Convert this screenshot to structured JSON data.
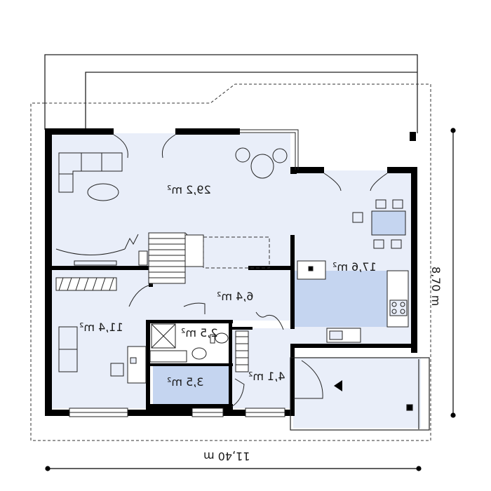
{
  "rooms": {
    "living": "29,2 m²",
    "kitchen": "17,6 m²",
    "hall": "6,4 m²",
    "bedroom": "11,4 m²",
    "wc": "2,5 m²",
    "bathroom": "3,5 m²",
    "entry": "4,1 m²"
  },
  "dimensions": {
    "width": "11,40 m",
    "depth": "8,70 m"
  },
  "colors": {
    "floor": "#e9eef9",
    "tile": "#c5d5f0",
    "wall": "#000000",
    "line": "#222222"
  }
}
